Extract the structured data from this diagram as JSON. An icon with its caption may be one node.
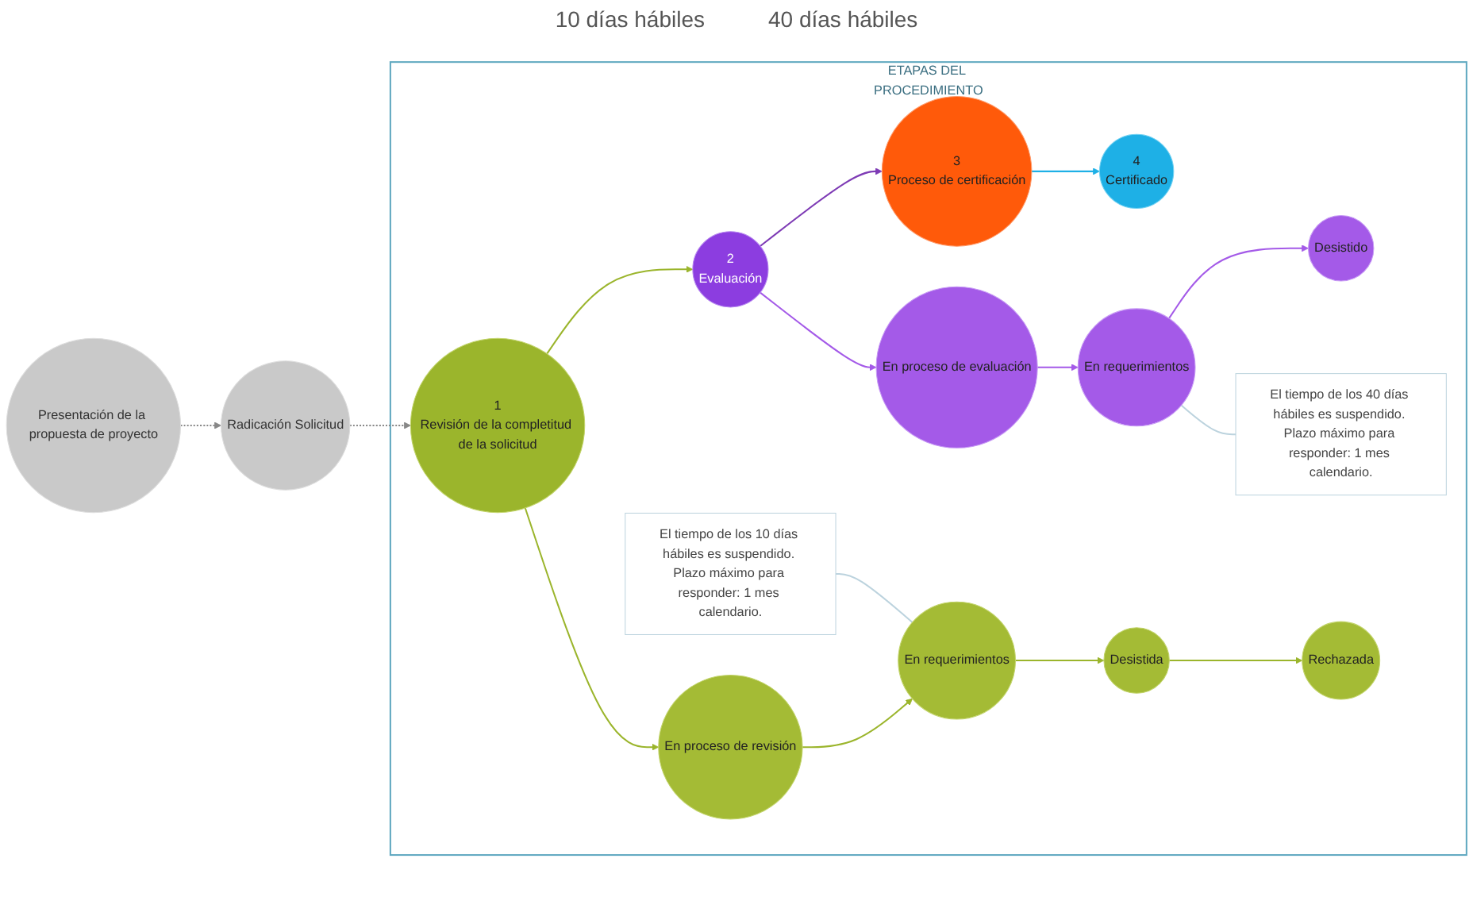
{
  "diagram": {
    "nodes": [
      {
        "text": [
          "Presentación de la propuesta de proyecto"
        ]
      },
      {
        "text": [
          "Radicación Solicitud"
        ]
      },
      {
        "text": [
          "ETAPAS DEL PROCEDIMIENTO"
        ]
      },
      {
        "text": [
          "1",
          "Revisión de la completitud de la solicitud"
        ],
        "in": 2
      },
      {
        "text": [
          "2",
          "Evaluación"
        ],
        "in": 2
      },
      {
        "text": [
          "3",
          "Proceso de certificación"
        ],
        "in": 2
      },
      {
        "text": [
          "4",
          "Certificado"
        ],
        "in": 2
      },
      {
        "text": [
          "El tiempo de los 10 días hábiles es suspendido. Plazo máximo para responder: 1 mes calendario."
        ],
        "in": 2
      },
      {
        "text": [
          "En proceso de revisión"
        ],
        "in": 2
      },
      {
        "text": [
          "En requerimientos"
        ],
        "in": 2
      },
      {
        "text": [
          "Desistida"
        ],
        "in": 2
      },
      {
        "text": [
          "Rechazada"
        ],
        "in": 2
      },
      {
        "text": [
          "En proceso de evaluación"
        ],
        "in": 2
      },
      {
        "text": [
          "En requerimientos"
        ],
        "in": 2
      },
      {
        "text": [
          "El tiempo de los 40 días hábiles es suspendido. Plazo máximo para responder: 1 mes calendario."
        ],
        "in": 2
      },
      {
        "text": [
          "Desistido"
        ],
        "in": 2
      }
    ],
    "edges": [
      {
        "from": 0,
        "to": 1,
        "arrow": "to",
        "style": "dashed",
        "color": "#888888"
      },
      {
        "from": 1,
        "to": 3,
        "arrow": "to",
        "style": "dashed",
        "color": "#888888"
      },
      {
        "from": 3,
        "to": 4,
        "arrow": "to",
        "color": "#9bb52c"
      },
      {
        "from": 4,
        "to": 5,
        "arrow": "to",
        "color": "#7e3bb5"
      },
      {
        "from": 5,
        "to": 6,
        "arrow": "to",
        "color": "#1eb0e6"
      },
      {
        "from": 3,
        "to": 8,
        "arrow": "to",
        "color": "#9bb52c"
      },
      {
        "from": 8,
        "to": 9,
        "arrow": "to",
        "color": "#9bb52c"
      },
      {
        "from": 9,
        "to": 10,
        "arrow": "to",
        "color": "#9bb52c"
      },
      {
        "from": 10,
        "to": 11,
        "arrow": "to",
        "color": "#9bb52c"
      },
      {
        "from": 4,
        "to": 12,
        "arrow": "to",
        "color": "#a45ae8"
      },
      {
        "from": 12,
        "to": 13,
        "arrow": "to",
        "color": "#a45ae8"
      },
      {
        "from": 13,
        "to": 15,
        "arrow": "to",
        "color": "#a45ae8"
      },
      {
        "from": 7,
        "to": 9,
        "arrow": "none",
        "color": "#bcd3de"
      },
      {
        "from": 13,
        "to": 14,
        "arrow": "none",
        "color": "#bcd3de"
      }
    ],
    "labels": [
      "10 días hábiles",
      "40 días hábiles"
    ]
  }
}
